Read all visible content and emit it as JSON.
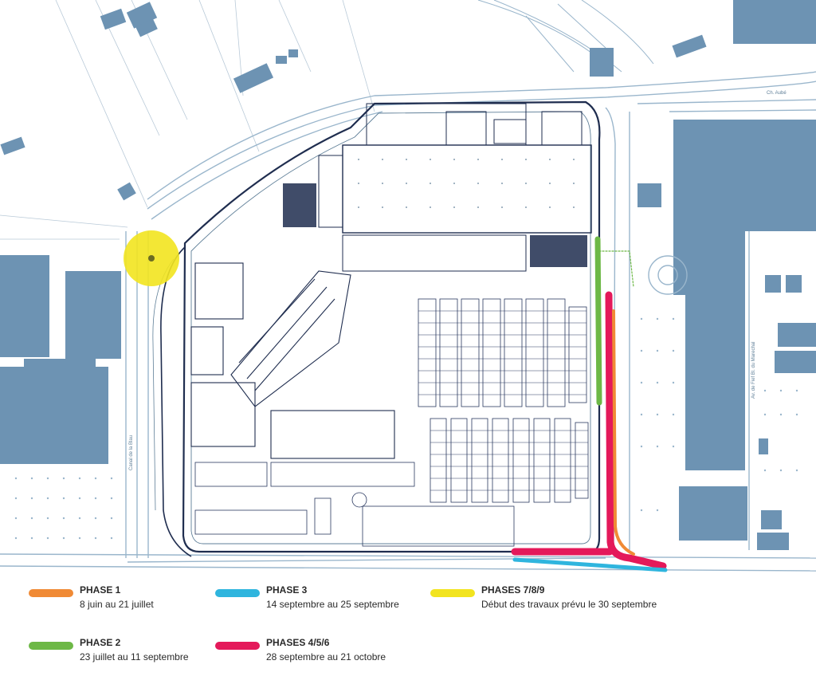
{
  "map": {
    "street_labels": {
      "chemin_top_right": "Ch. Aubé",
      "canal_left": "Canal de la Blau",
      "avenue_right": "Av. de Fief Bl. du Marechal"
    },
    "colors": {
      "background": "#ffffff",
      "building": "#6d93b3",
      "road_line": "#9ab6cc",
      "site_outline": "#1f2d4f",
      "parking": "#2a3960",
      "highlight": "#f2e41f"
    }
  },
  "legend": {
    "items": [
      {
        "id": "phase1",
        "title": "PHASE 1",
        "dates": "8 juin au 21 juillet",
        "color": "#f08a35"
      },
      {
        "id": "phase2",
        "title": "PHASE 2",
        "dates": "23 juillet au 11 septembre",
        "color": "#6db846"
      },
      {
        "id": "phase3",
        "title": "PHASE 3",
        "dates": "14 septembre au 25 septembre",
        "color": "#2fb5de"
      },
      {
        "id": "phase456",
        "title": "PHASES 4/5/6",
        "dates": "28 septembre au 21 octobre",
        "color": "#e4195a"
      },
      {
        "id": "phase789",
        "title": "PHASES 7/8/9",
        "dates": "Début des travaux prévu le 30 septembre",
        "color": "#f2e41f"
      }
    ]
  }
}
